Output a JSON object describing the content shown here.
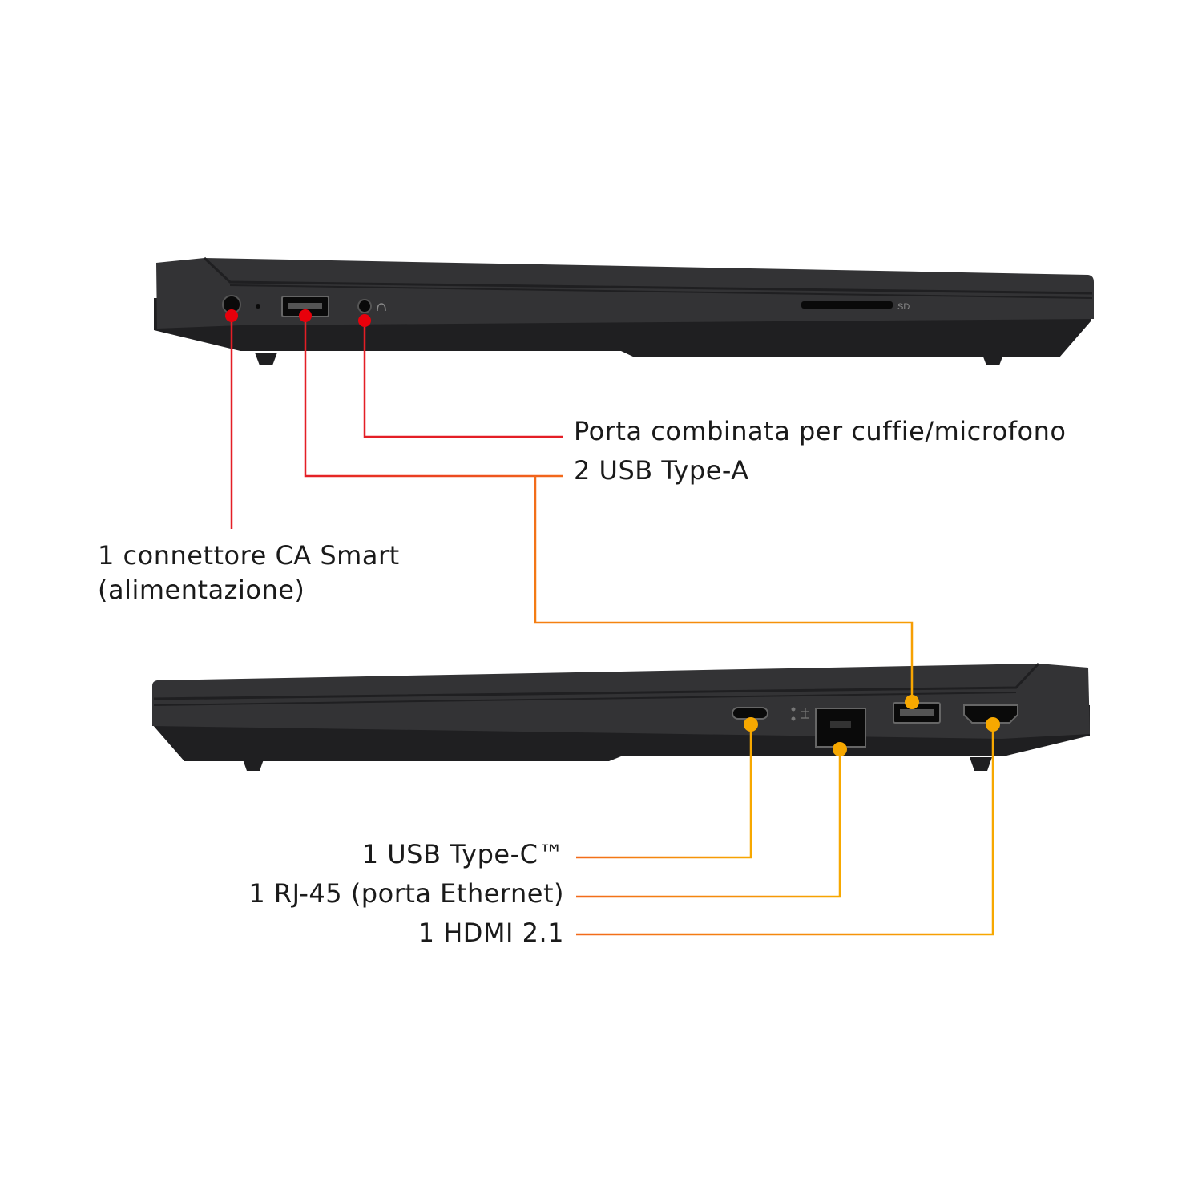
{
  "colors": {
    "background": "#ffffff",
    "chassis": "#333335",
    "chassis_dark": "#1f1f21",
    "chassis_edge": "#4a4a4d",
    "port": "#0a0a0a",
    "red_callout": "#e8000b",
    "red_line": "#e41e26",
    "orange_line": "#f26a1b",
    "orange_callout": "#f7a800"
  },
  "laptop_left": {
    "port_marks": {
      "sd_slot": "SD"
    }
  },
  "callouts_top": {
    "audio_jack": "Porta combinata per cuffie/microfono",
    "usb_a": "2 USB Type-A",
    "ac_power_line1": "1 connettore CA Smart",
    "ac_power_line2": "(alimentazione)"
  },
  "callouts_bottom": {
    "usb_c": "1 USB Type-C™",
    "rj45": "1 RJ-45 (porta Ethernet)",
    "hdmi": "1 HDMI 2.1"
  }
}
